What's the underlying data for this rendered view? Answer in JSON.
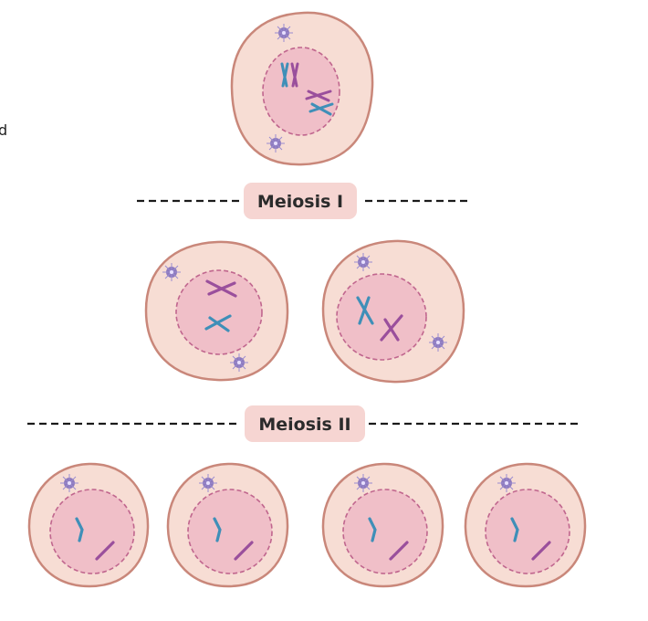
{
  "edge_fragment": "d",
  "stages": [
    {
      "label": "Meiosis I"
    },
    {
      "label": "Meiosis II"
    }
  ],
  "colors": {
    "cytoplasm": "#f7ddd4",
    "cell_membrane": "#c9877a",
    "nucleus": "#f0bfc8",
    "nuclear_envelope": "#c0668e",
    "label_box": "#f6d5d2",
    "chromosome_blue": "#3f8fb8",
    "chromosome_purple": "#9a4f9c",
    "centrosome": "#7a67b8",
    "divider": "#1a1a1a"
  }
}
